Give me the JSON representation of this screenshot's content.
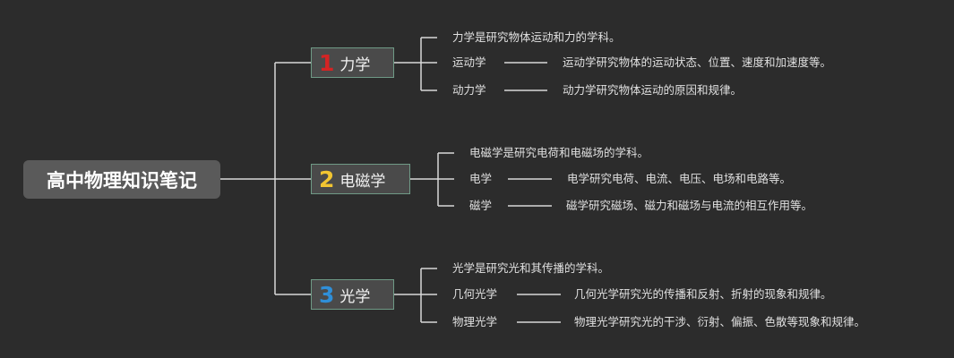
{
  "root": {
    "title": "高中物理知识笔记"
  },
  "branches": [
    {
      "number": "1",
      "number_color": "#d42424",
      "label": "力学",
      "definition": "力学是研究物体运动和力的学科。",
      "items": [
        {
          "term": "运动学",
          "desc": "运动学研究物体的运动状态、位置、速度和加速度等。"
        },
        {
          "term": "动力学",
          "desc": "动力学研究物体运动的原因和规律。"
        }
      ]
    },
    {
      "number": "2",
      "number_color": "#f2c531",
      "label": "电磁学",
      "definition": "电磁学是研究电荷和电磁场的学科。",
      "items": [
        {
          "term": "电学",
          "desc": "电学研究电荷、电流、电压、电场和电路等。"
        },
        {
          "term": "磁学",
          "desc": "磁学研究磁场、磁力和磁场与电流的相互作用等。"
        }
      ]
    },
    {
      "number": "3",
      "number_color": "#2f8fd8",
      "label": "光学",
      "definition": "光学是研究光和其传播的学科。",
      "items": [
        {
          "term": "几何光学",
          "desc": "几何光学研究光的传播和反射、折射的现象和规律。"
        },
        {
          "term": "物理光学",
          "desc": "物理光学研究光的干涉、衍射、偏振、色散等现象和规律。"
        }
      ]
    }
  ]
}
